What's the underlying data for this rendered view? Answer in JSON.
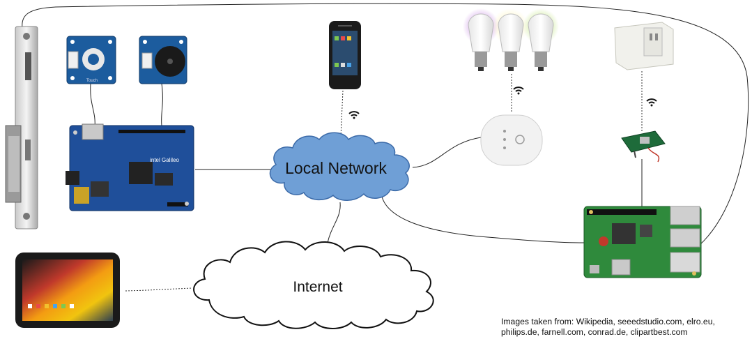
{
  "diagram": {
    "nodes": {
      "local_network": {
        "label": "Local Network"
      },
      "internet": {
        "label": "Internet"
      }
    },
    "devices": [
      {
        "id": "door-strike",
        "icon": "electric-door-strike-icon"
      },
      {
        "id": "touch-sensor",
        "icon": "grove-touch-sensor-icon",
        "board_text": "Touch"
      },
      {
        "id": "buzzer",
        "icon": "grove-buzzer-icon"
      },
      {
        "id": "galileo",
        "icon": "intel-galileo-board-icon",
        "board_text": "intel Galileo"
      },
      {
        "id": "smartphone",
        "icon": "smartphone-icon"
      },
      {
        "id": "hue-bulbs",
        "icon": "smart-bulbs-icon"
      },
      {
        "id": "hue-bridge",
        "icon": "hue-bridge-icon"
      },
      {
        "id": "rf-socket",
        "icon": "rf-power-socket-icon"
      },
      {
        "id": "rf-transmitter",
        "icon": "rf-transmitter-module-icon"
      },
      {
        "id": "raspberry-pi",
        "icon": "raspberry-pi-board-icon"
      },
      {
        "id": "tablet",
        "icon": "tablet-icon"
      }
    ],
    "colors": {
      "cloud_fill": "#6f9fd6",
      "cloud_stroke": "#3b6aa8",
      "line": "#222222"
    }
  },
  "credit": {
    "line1": "Images taken from: Wikipedia, seeedstudio.com, elro.eu,",
    "line2": "philips.de, farnell.com, conrad.de, clipartbest.com"
  }
}
